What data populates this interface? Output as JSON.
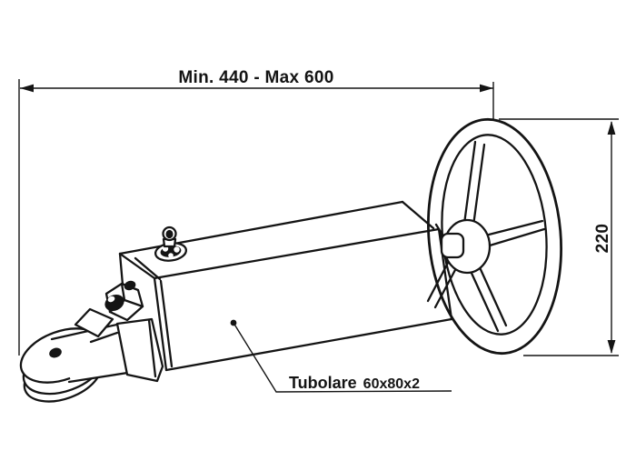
{
  "diagram": {
    "dimension_horizontal": "Min. 440 - Max 600",
    "dimension_vertical": "220",
    "part_label_name": "Tubolare",
    "part_label_size": "60x80x2",
    "colors": {
      "line": "#141414",
      "background": "#ffffff"
    }
  }
}
